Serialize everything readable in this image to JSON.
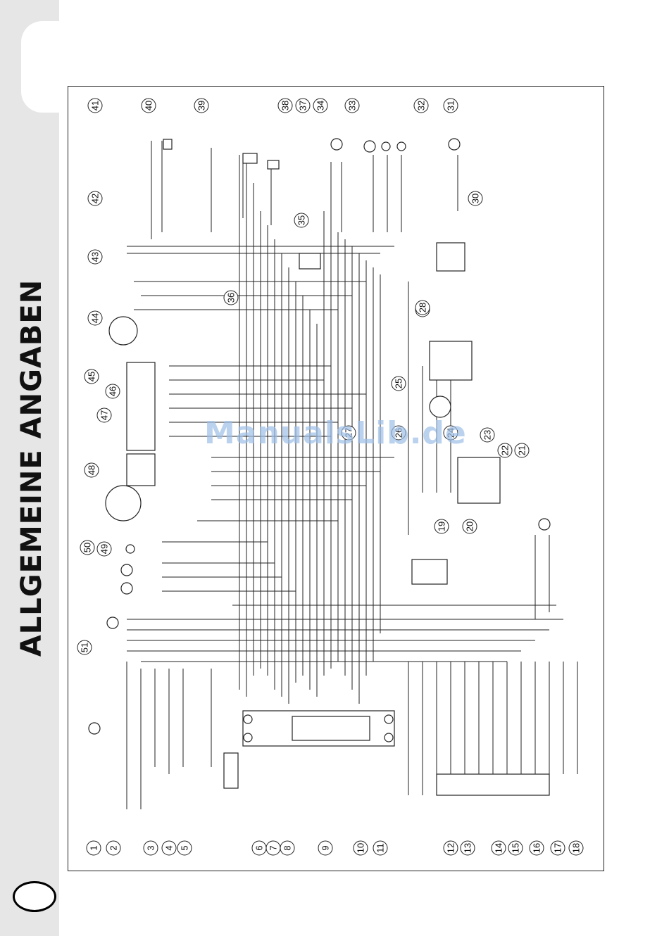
{
  "page": {
    "section_title": "ALLGEMEINE ANGABEN",
    "watermark": "ManualsLib.de"
  },
  "callouts_left": [
    "1",
    "2",
    "3",
    "4",
    "5",
    "6",
    "7",
    "8",
    "9",
    "10",
    "11",
    "12",
    "13",
    "14",
    "15",
    "16",
    "17",
    "18"
  ],
  "callouts_right": [
    "19",
    "20",
    "21",
    "22",
    "23"
  ],
  "callouts_top": [
    "41",
    "40",
    "39",
    "38",
    "37",
    "34",
    "33",
    "32",
    "31"
  ],
  "callouts_inner": [
    "42",
    "43",
    "44",
    "45",
    "46",
    "47",
    "48",
    "49",
    "50",
    "51",
    "35",
    "36",
    "30",
    "29",
    "28",
    "27",
    "26",
    "25",
    "24"
  ],
  "colors": {
    "line": "#222222",
    "frame": "#222222",
    "sidebar": "#e6e6e6",
    "watermark": "#9ec0e8"
  }
}
